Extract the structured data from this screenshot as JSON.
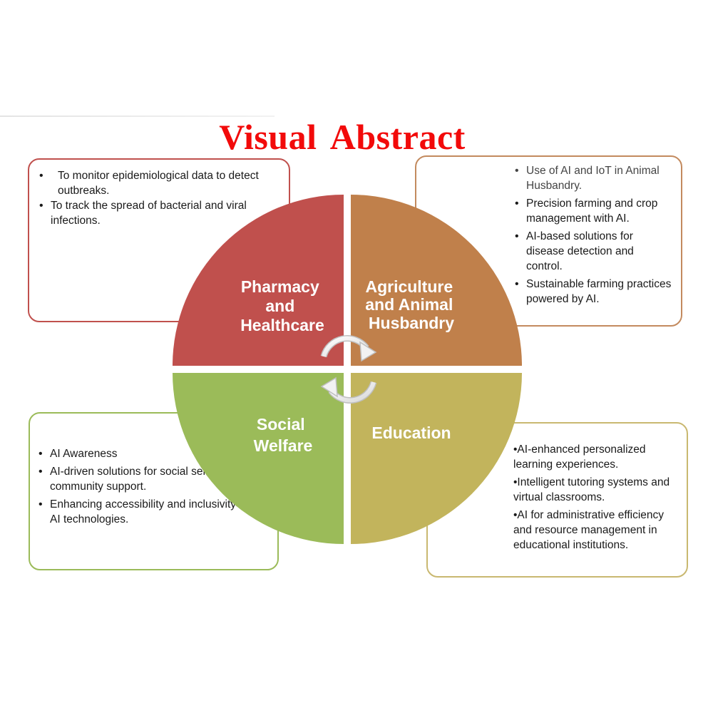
{
  "title": "Visual  Abstract",
  "quadrants": {
    "top_left": {
      "label_lines": [
        "Pharmacy",
        "and",
        "Healthcare"
      ],
      "color": "#c0504d"
    },
    "top_right": {
      "label_lines": [
        "Agriculture",
        "and Animal",
        "Husbandry"
      ],
      "color": "#c0804b"
    },
    "bottom_left": {
      "label_lines": [
        "Social",
        "Welfare"
      ],
      "color": "#9bbb59"
    },
    "bottom_right": {
      "label_lines": [
        "Education"
      ],
      "color": "#c2b45c"
    }
  },
  "boxes": {
    "top_left": {
      "border_color": "#c0504d",
      "items": [
        "To monitor epidemiological data to detect outbreaks.",
        "To track the spread of bacterial and viral infections."
      ]
    },
    "top_right": {
      "border_color": "#c38a5e",
      "items": [
        "Use  of AI and IoT in Animal Husbandry.",
        "Precision farming and crop management with AI.",
        "AI-based solutions for disease detection and control.",
        "Sustainable farming practices powered by AI."
      ]
    },
    "bottom_left": {
      "border_color": "#9bbb59",
      "items": [
        "AI Awareness",
        "AI-driven solutions for social services and community support.",
        "Enhancing accessibility and inclusivity with AI technologies."
      ]
    },
    "bottom_right": {
      "border_color": "#c9b870",
      "items": [
        "•AI-enhanced personalized learning experiences.",
        "•Intelligent tutoring systems and virtual classrooms.",
        "•AI for administrative efficiency and resource management in educational institutions."
      ]
    }
  },
  "cycle_icon": "circular-arrows-icon"
}
